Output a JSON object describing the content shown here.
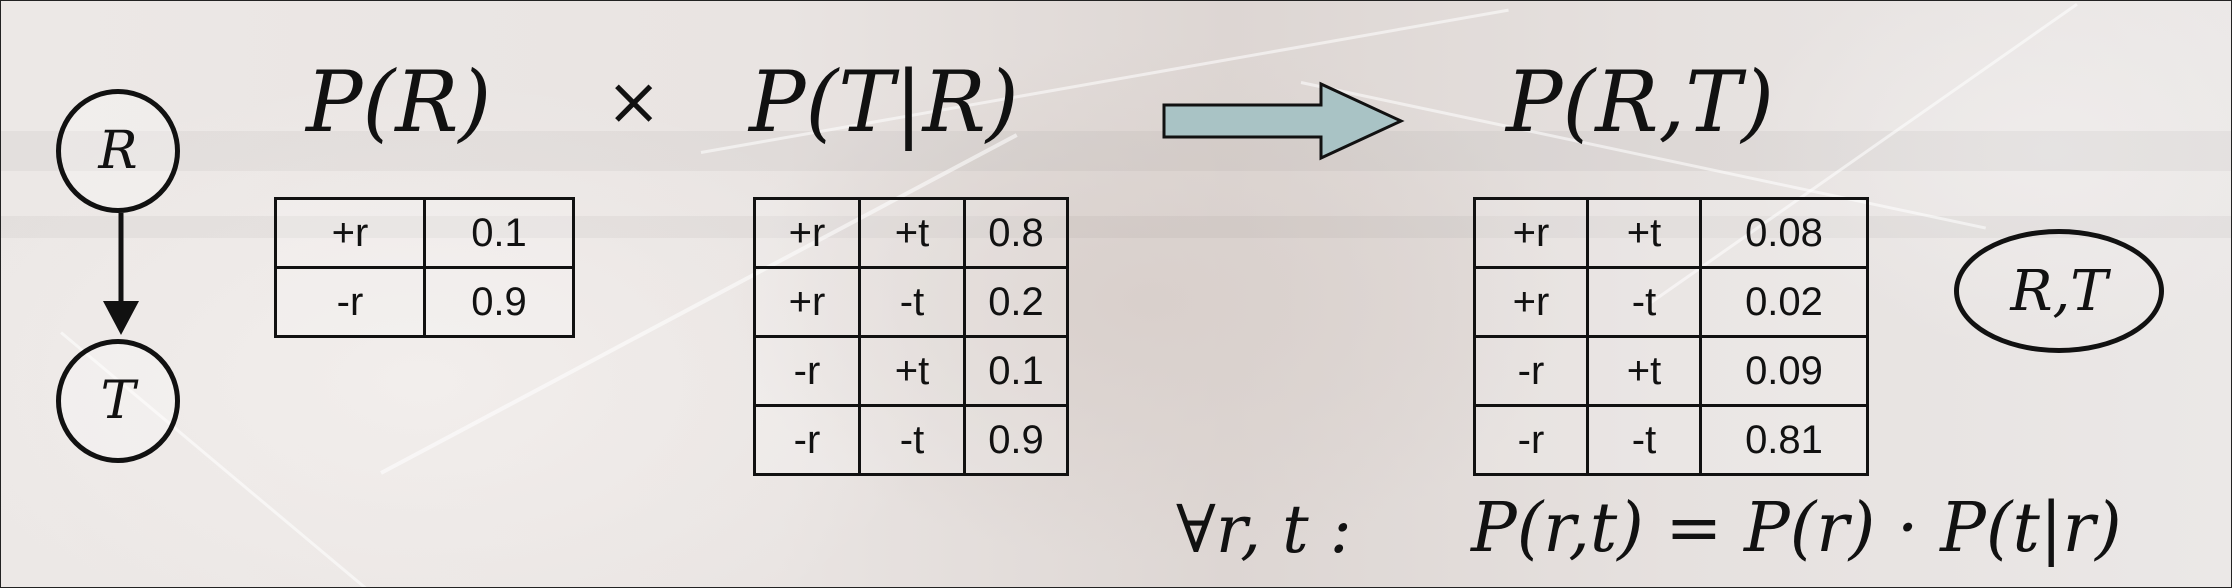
{
  "bayes_net": {
    "node_top": "R",
    "node_bottom": "T"
  },
  "headers": {
    "p_r": "P(R)",
    "times": "×",
    "p_t_given_r": "P(T|R)",
    "p_joint": "P(R,T)"
  },
  "table_p_r": {
    "rows": [
      {
        "r": "+r",
        "p": "0.1"
      },
      {
        "r": "-r",
        "p": "0.9"
      }
    ]
  },
  "table_p_t_given_r": {
    "rows": [
      {
        "r": "+r",
        "t": "+t",
        "p": "0.8"
      },
      {
        "r": "+r",
        "t": "-t",
        "p": "0.2"
      },
      {
        "r": "-r",
        "t": "+t",
        "p": "0.1"
      },
      {
        "r": "-r",
        "t": "-t",
        "p": "0.9"
      }
    ]
  },
  "table_p_joint": {
    "rows": [
      {
        "r": "+r",
        "t": "+t",
        "p": "0.08"
      },
      {
        "r": "+r",
        "t": "-t",
        "p": "0.02"
      },
      {
        "r": "-r",
        "t": "+t",
        "p": "0.09"
      },
      {
        "r": "-r",
        "t": "-t",
        "p": "0.81"
      }
    ]
  },
  "factor_label": "R,T",
  "formula": {
    "quantifier": "∀r, t :",
    "equation": "P(r,t) = P(r) · P(t|r)"
  },
  "colors": {
    "arrow_fill": "#a9c3c5",
    "stroke": "#111111"
  }
}
